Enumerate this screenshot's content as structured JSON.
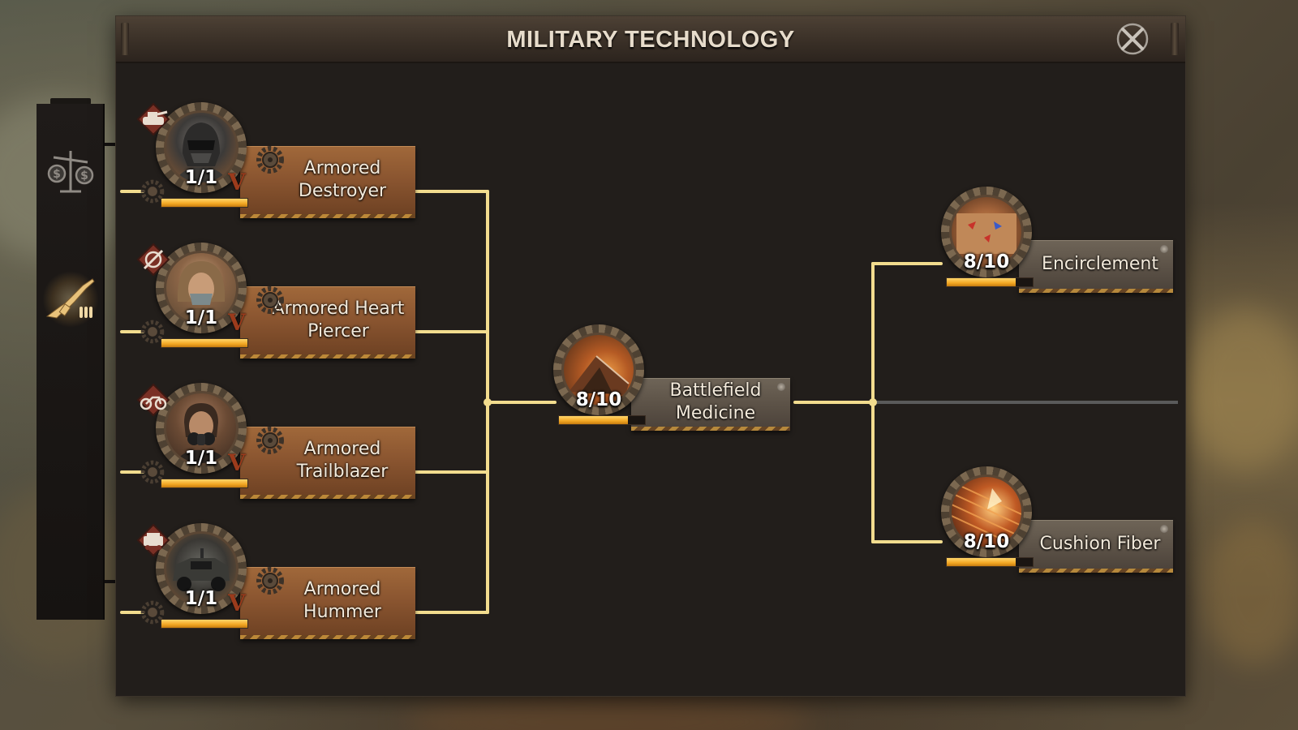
{
  "window": {
    "title": "MILITARY TECHNOLOGY"
  },
  "colors": {
    "connector": "#f2dc8e",
    "progress": "#f2a623",
    "plate_copper": "#8a5530",
    "plate_grey": "#5c5247",
    "inactive_line": "#5a5a5a"
  },
  "rail": {
    "items": [
      {
        "icon": "balance-scale-icon",
        "active": false
      },
      {
        "icon": "rifle-ammo-icon",
        "active": true
      }
    ]
  },
  "nodes": {
    "armored_destroyer": {
      "label_line1": "Armored",
      "label_line2": "Destroyer",
      "level": "1/1",
      "progress": 1.0
    },
    "armored_heart_piercer": {
      "label_line1": "Armored Heart",
      "label_line2": "Piercer",
      "level": "1/1",
      "progress": 1.0
    },
    "armored_trailblazer": {
      "label_line1": "Armored",
      "label_line2": "Trailblazer",
      "level": "1/1",
      "progress": 1.0
    },
    "armored_hummer": {
      "label_line1": "Armored",
      "label_line2": "Hummer",
      "level": "1/1",
      "progress": 1.0
    },
    "battlefield_medicine": {
      "label_line1": "Battlefield",
      "label_line2": "Medicine",
      "level": "8/10",
      "progress": 0.8
    },
    "encirclement": {
      "label": "Encirclement",
      "level": "8/10",
      "progress": 0.8
    },
    "cushion_fiber": {
      "label": "Cushion Fiber",
      "level": "8/10",
      "progress": 0.8
    }
  }
}
